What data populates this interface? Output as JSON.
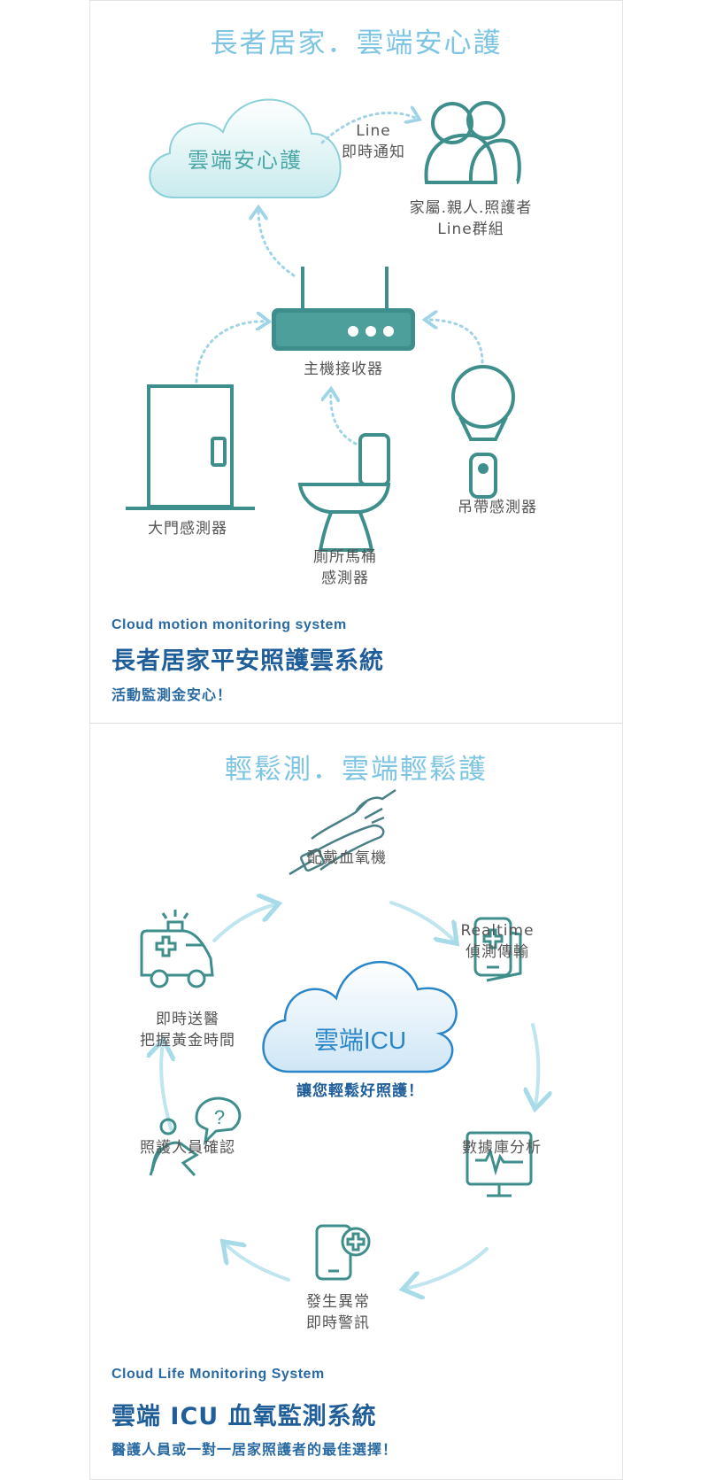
{
  "section1": {
    "title": "長者居家．雲端安心護",
    "cloud_label": "雲端安心護",
    "line_notify": [
      "Line",
      "即時通知"
    ],
    "family_group": [
      "家屬.親人.照護者",
      "Line群組"
    ],
    "receiver": "主機接收器",
    "door_sensor": "大門感測器",
    "toilet_sensor": [
      "廁所馬桶",
      "感測器"
    ],
    "pendant_sensor": "吊帶感測器",
    "english_title": "Cloud motion monitoring system",
    "main_title": "長者居家平安照護雲系統",
    "subtitle": "活動監測金安心！"
  },
  "section2": {
    "title": "輕鬆測．雲端輕鬆護",
    "wear_oximeter": "配戴血氧機",
    "realtime": [
      "Realtime",
      "偵測傳輸"
    ],
    "database": "數據庫分析",
    "alert": [
      "發生異常",
      "即時警訊"
    ],
    "caregiver": "照護人員確認",
    "ambulance": [
      "即時送醫",
      "把握黃金時間"
    ],
    "cloud_label": "雲端ICU",
    "cloud_sub": "讓您輕鬆好照護！",
    "english_title": "Cloud Life Monitoring System",
    "main_title": "雲端 ICU 血氧監測系統",
    "subtitle": "醫護人員或一對一居家照護者的最佳選擇！"
  },
  "colors": {
    "teal": "#3e8f8c",
    "sky": "#7ec5e3",
    "navy": "#1f5e99"
  }
}
